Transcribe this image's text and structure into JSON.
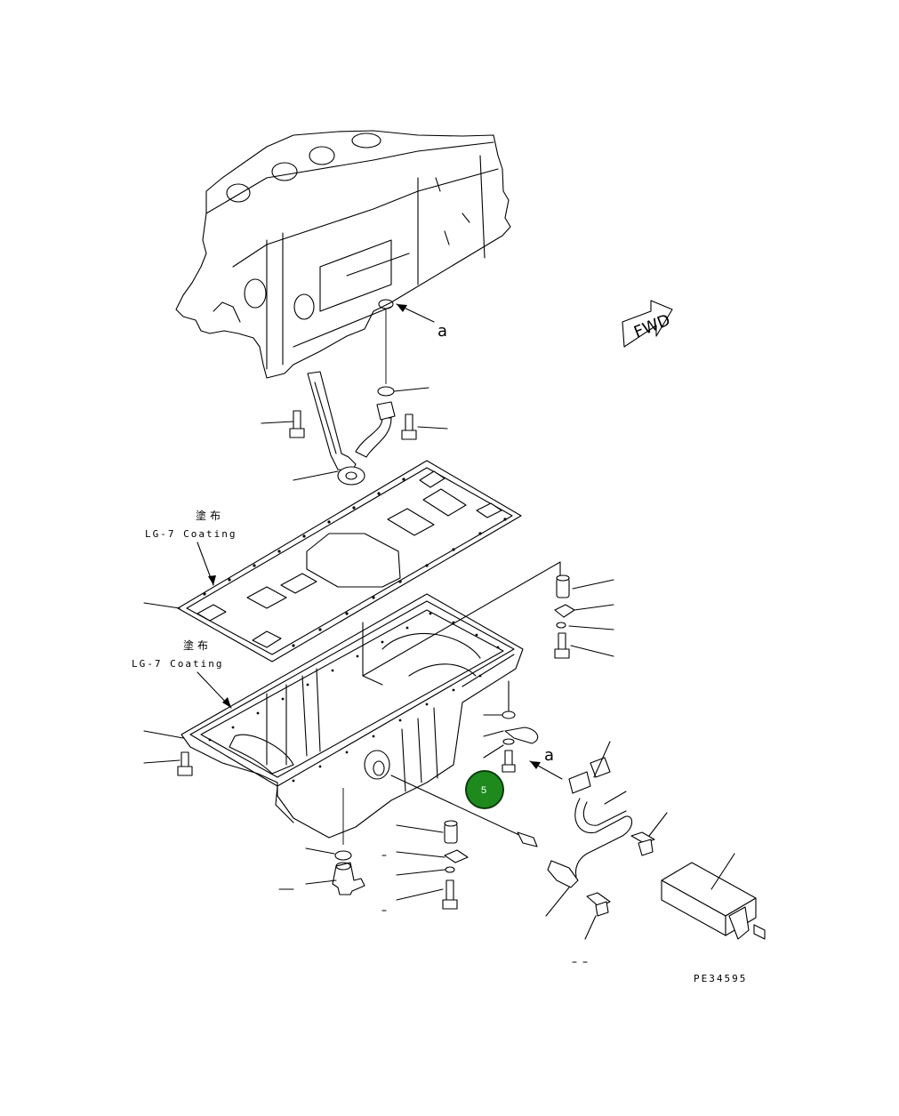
{
  "drawing_id": "PE34595",
  "view_label_a_top": "a",
  "view_label_a_right": "a",
  "fwd_label": "FWD",
  "coating_1": {
    "jp": "塗布",
    "en": "LG-7 Coating"
  },
  "coating_2": {
    "jp": "塗布",
    "en": "LG-7 Coating"
  },
  "callout": {
    "number": "5",
    "color": "#1e8a1e",
    "border": "#0b3d0b"
  }
}
